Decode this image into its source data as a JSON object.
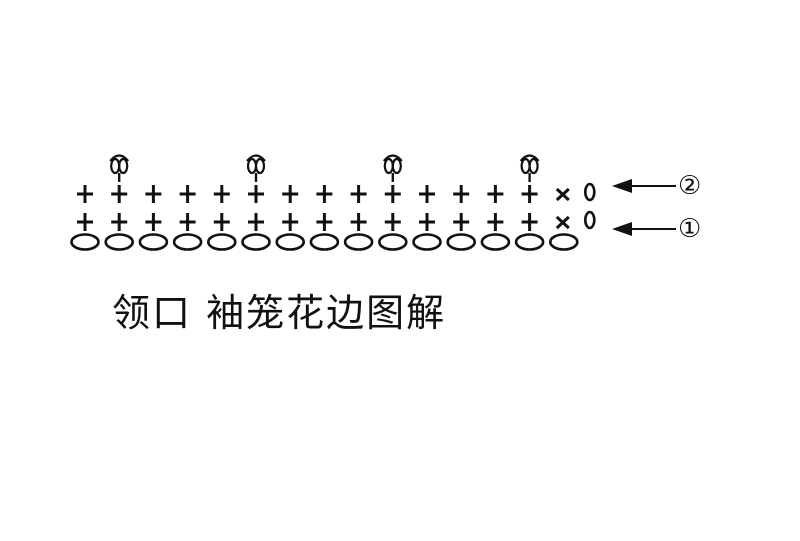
{
  "title": "领口 袖笼花边图解",
  "rows": [
    {
      "label": "①",
      "stitches": [
        "plus",
        "plus",
        "plus",
        "plus",
        "plus",
        "plus",
        "plus",
        "plus",
        "plus",
        "plus",
        "plus",
        "plus",
        "plus",
        "plus",
        "x",
        "chain"
      ]
    },
    {
      "label": "②",
      "stitches": [
        "plus",
        "plus",
        "plus",
        "plus",
        "plus",
        "plus",
        "plus",
        "plus",
        "plus",
        "plus",
        "plus",
        "plus",
        "plus",
        "plus",
        "x",
        "chain"
      ]
    }
  ],
  "picot_positions": [
    1,
    5,
    9,
    13
  ],
  "foundation_chain_count": 15,
  "icons": {
    "stitch": "single-crochet-plus-icon",
    "slip": "x-stitch-icon",
    "turn": "chain-zero-icon",
    "picot": "picot-icon",
    "arrow": "arrow-left-icon"
  },
  "ink_color": "#111111"
}
